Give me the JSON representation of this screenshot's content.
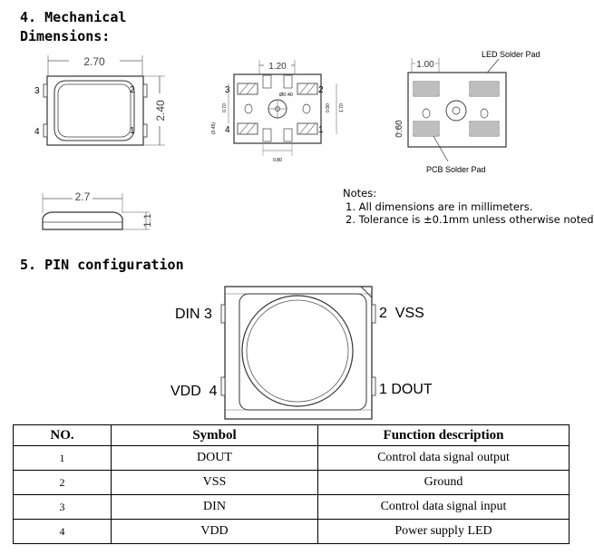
{
  "section4": {
    "title_line1": "4. Mechanical",
    "title_line2": "Dimensions:"
  },
  "drawing1": {
    "width_dim": "2.70",
    "height_dim": "2.40",
    "pins": [
      "3",
      "2",
      "4",
      "1"
    ]
  },
  "drawing2": {
    "pitch_dim": "1.20",
    "pins": [
      "3",
      "2",
      "4",
      "1"
    ],
    "hole_dim": "Ø0.40",
    "small_dims": [
      "0.70",
      "0.90",
      "1.70",
      "(0.45)",
      "0.80"
    ]
  },
  "drawing3": {
    "pitch_dim": "1.00",
    "height_dim": "0.60",
    "led_pad_label": "LED Solder Pad",
    "pcb_pad_label": "PCB Solder Pad"
  },
  "side_view": {
    "width_dim": "2.7",
    "height_dim": "1.1"
  },
  "notes": {
    "title": "Notes:",
    "items": [
      "1. All dimensions are in millimeters.",
      "2. Tolerance is ±0.1mm unless otherwise noted"
    ]
  },
  "section5": {
    "title": "5. PIN configuration"
  },
  "pin_diagram": {
    "din": "DIN 3",
    "vss": "2  VSS",
    "vdd": "VDD  4",
    "dout": "1 DOUT"
  },
  "table": {
    "headers": [
      "NO.",
      "Symbol",
      "Function description"
    ],
    "rows": [
      {
        "no": "1",
        "symbol": "DOUT",
        "desc": "Control data signal output"
      },
      {
        "no": "2",
        "symbol": "VSS",
        "desc": "Ground"
      },
      {
        "no": "3",
        "symbol": "DIN",
        "desc": "Control data signal input"
      },
      {
        "no": "4",
        "symbol": "VDD",
        "desc": "Power supply LED"
      }
    ]
  }
}
